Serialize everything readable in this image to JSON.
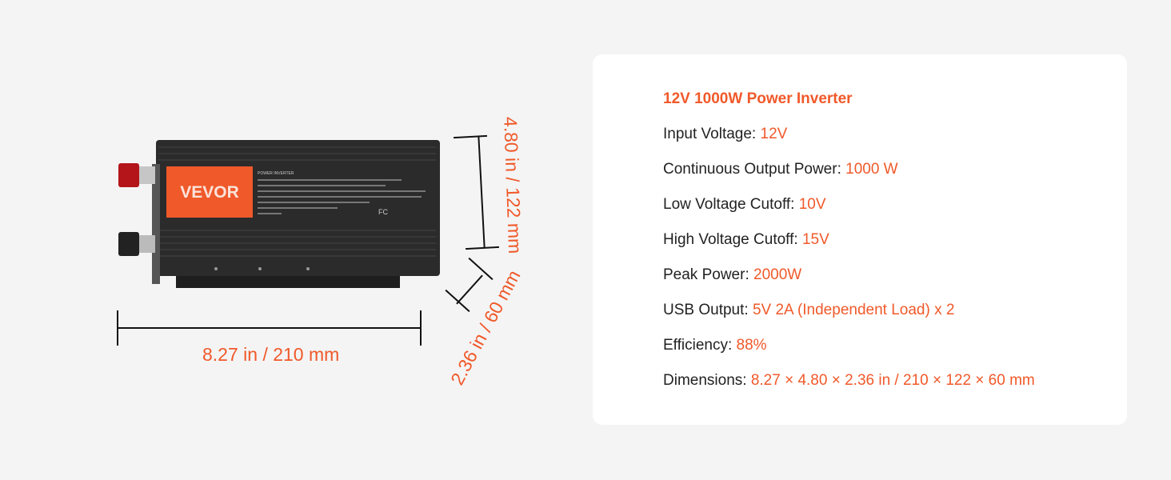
{
  "product": {
    "brand": "VEVOR",
    "label_heading": "POWER INVERTER",
    "dimensions": {
      "length": "8.27 in / 210 mm",
      "height": "4.80 in / 122 mm",
      "depth": "2.36 in / 60 mm"
    }
  },
  "specs": {
    "title": "12V 1000W Power Inverter",
    "items": [
      {
        "label": "Input Voltage: ",
        "value": "12V"
      },
      {
        "label": "Continuous Output Power: ",
        "value": "1000 W"
      },
      {
        "label": "Low Voltage Cutoff: ",
        "value": "10V"
      },
      {
        "label": "High Voltage Cutoff: ",
        "value": "15V"
      },
      {
        "label": "Peak Power: ",
        "value": "2000W"
      },
      {
        "label": "USB Output: ",
        "value": "5V 2A (Independent Load) x 2"
      },
      {
        "label": "Efficiency: ",
        "value": "88%"
      },
      {
        "label": "Dimensions: ",
        "value": "8.27 × 4.80 × 2.36 in / 210 × 122 × 60 mm"
      }
    ]
  },
  "colors": {
    "accent": "#f0592a",
    "body": "#2a2a2a"
  }
}
